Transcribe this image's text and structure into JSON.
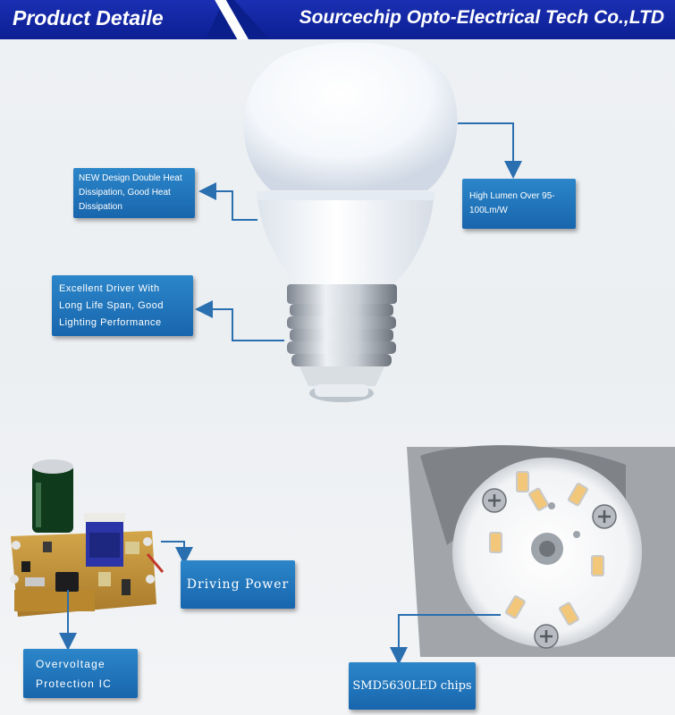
{
  "header": {
    "title": "Product Detaile",
    "company": "Sourcechip Opto-Electrical Tech Co.,LTD"
  },
  "callouts": {
    "heat_dissipation": "NEW Design Double Heat Dissipation, Good Heat Dissipation",
    "high_lumen": "High Lumen Over 95-100Lm/W",
    "driver": "Excellent Driver With Long Life Span, Good Lighting Performance",
    "driving_power": "Driving Power",
    "overvoltage": "Overvoltage Protection IC",
    "smd_chips": "SMD5630LED chips"
  },
  "colors": {
    "header_bg": "#0b1f8c",
    "callout_bg": "#1f74ba",
    "arrow": "#2a6fb0"
  }
}
